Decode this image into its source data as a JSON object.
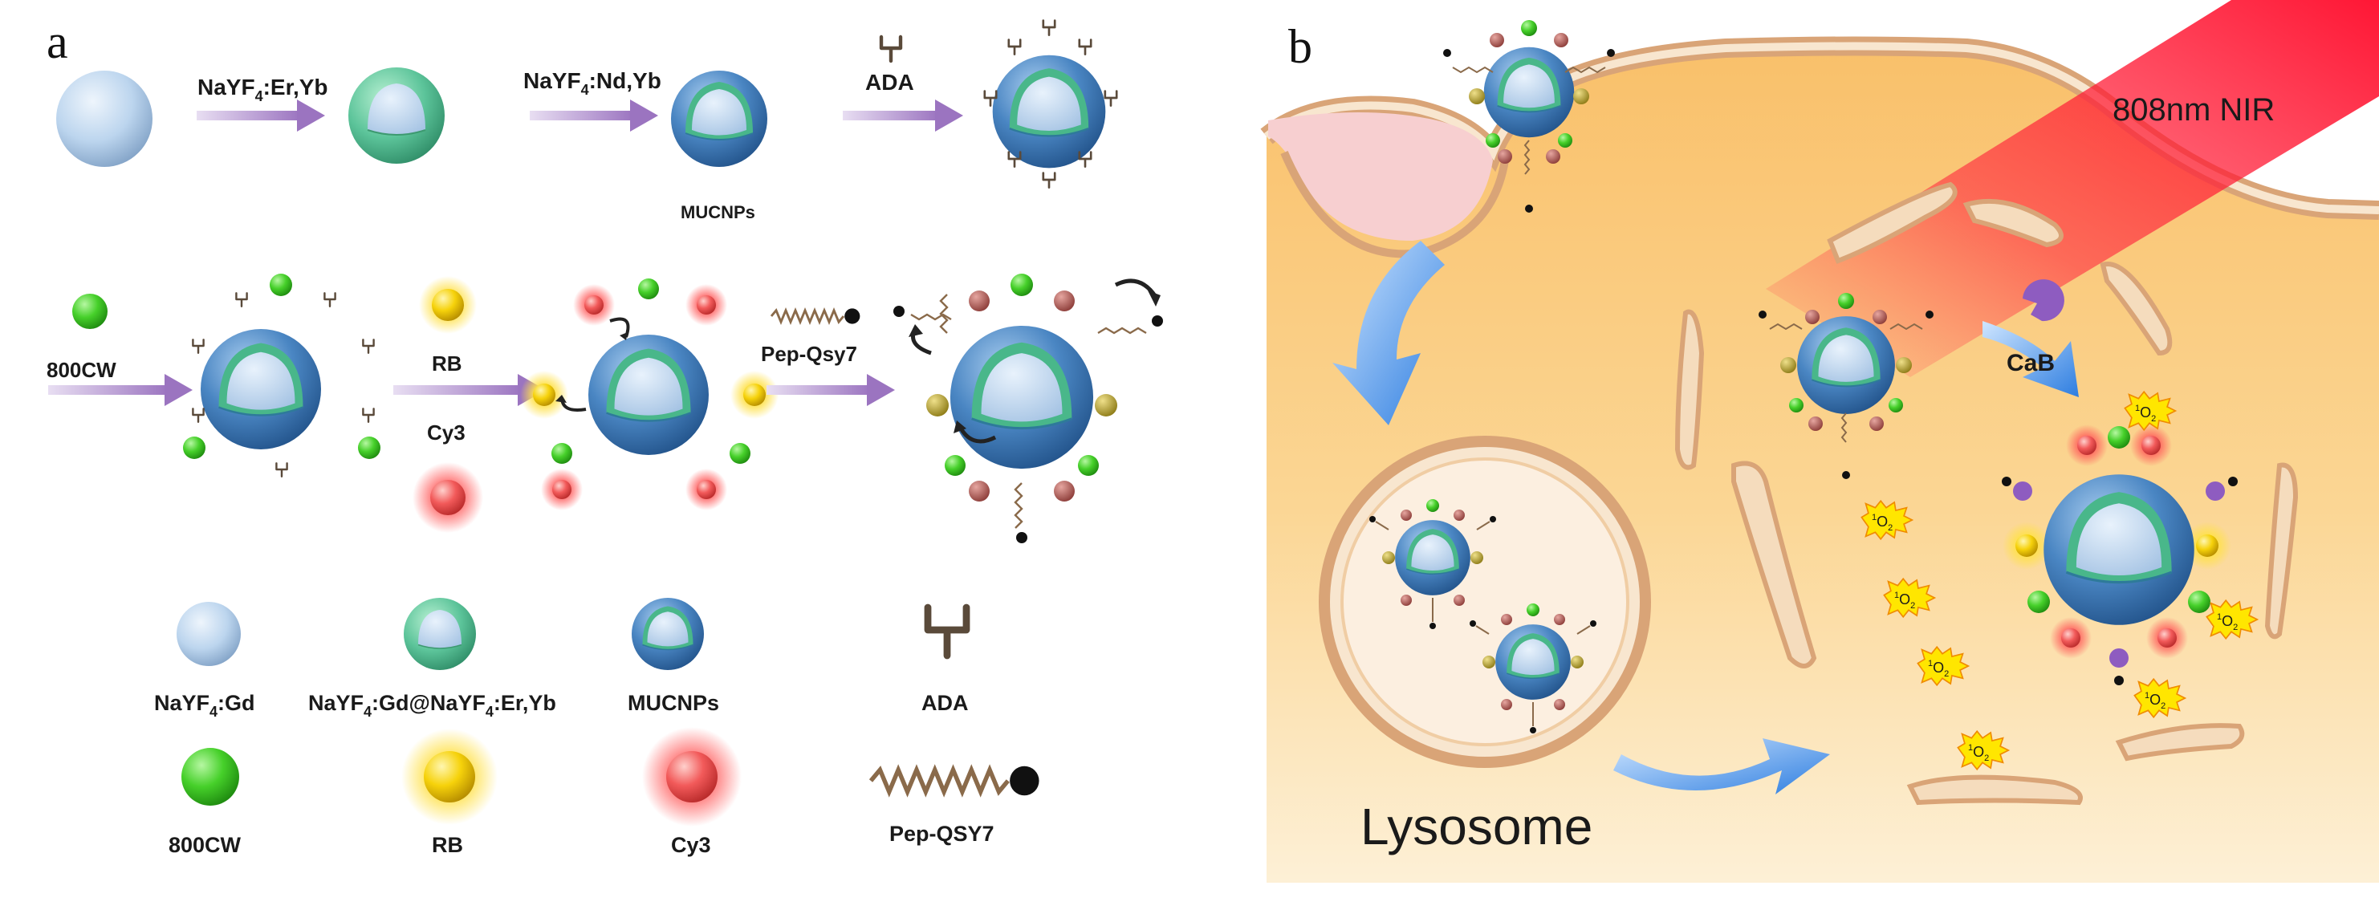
{
  "panel_a": {
    "letter": "a",
    "steps": {
      "s1": {
        "base": "NaYF",
        "sub": "4",
        "rest": ":Er,Yb"
      },
      "s2": {
        "base": "NaYF",
        "sub": "4",
        "rest": ":Nd,Yb"
      },
      "s3": "ADA",
      "s4": "800CW",
      "s5": "RB",
      "s6": "Cy3",
      "s7": "Pep-Qsy7"
    },
    "mucnps_label": "MUCNPs",
    "legend": {
      "core": {
        "base": "NaYF",
        "sub": "4",
        "rest": ":Gd"
      },
      "coreshell": {
        "p1": "NaYF",
        "s1": "4",
        "p2": ":Gd@NaYF",
        "s2": "4",
        "p3": ":Er,Yb"
      },
      "mucnps": "MUCNPs",
      "ada": "ADA",
      "cw": "800CW",
      "rb": "RB",
      "cy3": "Cy3",
      "pep": "Pep-QSY7"
    }
  },
  "panel_b": {
    "letter": "b",
    "nir_label": "808nm NIR",
    "cab_label": "CaB",
    "lysosome_label": "Lysosome",
    "singlet_oxygen": {
      "sup": "1",
      "base": "O",
      "sub": "2"
    }
  },
  "colors": {
    "core": "#b9d3ee",
    "shell_green": "#5cc49a",
    "mucnp_blue": "#4a86c3",
    "dye_green": "#46d02a",
    "dye_yellow": "#f6d20b",
    "dye_red": "#f25a5a",
    "arrow": "#b08cc8",
    "cell": "#f7c77a",
    "membrane": "#d9a477",
    "laser": "#ff1f3a"
  }
}
